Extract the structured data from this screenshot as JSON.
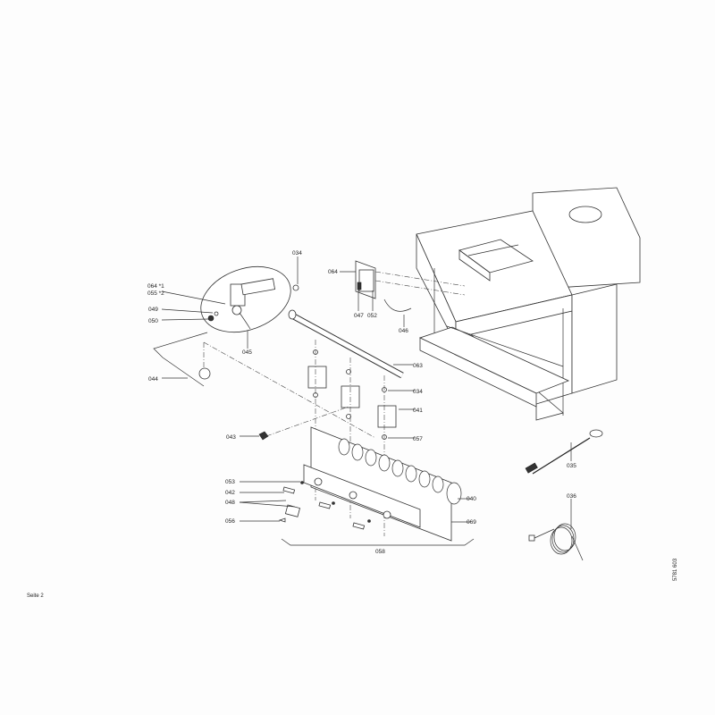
{
  "page_label": "Seite 2",
  "drawing_number": "5781 603",
  "part_labels": {
    "p034_top": "034",
    "p064_note": "064 *1",
    "p055_note": "055 *2",
    "p049": "049",
    "p050": "050",
    "p045": "045",
    "p044": "044",
    "p043": "043",
    "p064": "064",
    "p047": "047",
    "p052": "052",
    "p046": "046",
    "p063": "063",
    "p034": "034",
    "p041": "041",
    "p057": "057",
    "p053": "053",
    "p042": "042",
    "p048": "048",
    "p056": "056",
    "p040": "040",
    "p069": "069",
    "p058": "058",
    "p035": "035",
    "p036": "036"
  }
}
